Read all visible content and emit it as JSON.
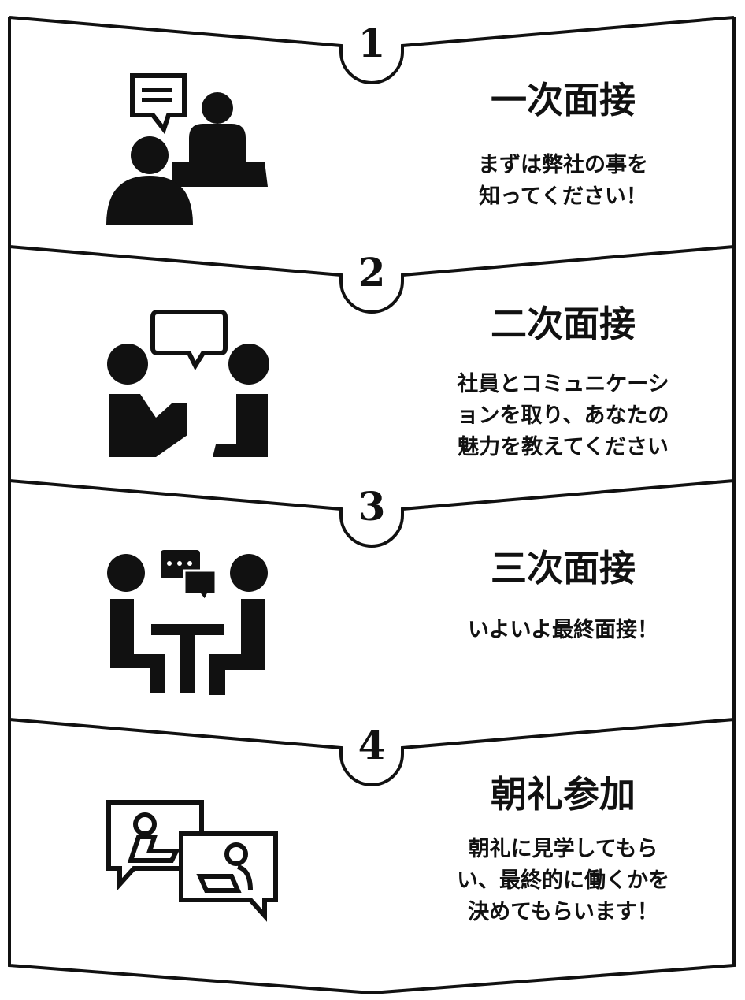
{
  "steps": [
    {
      "number": "1",
      "title": "一次面接",
      "lines": [
        "まずは弊社の事を",
        "知ってください！"
      ],
      "icon": "interview-desk-icon"
    },
    {
      "number": "2",
      "title": "二次面接",
      "lines": [
        "社員とコミュニケーシ",
        "ョンを取り、あなたの",
        "魅力を教えてください"
      ],
      "icon": "conversation-icon"
    },
    {
      "number": "3",
      "title": "三次面接",
      "lines": [
        "いよいよ最終面接！"
      ],
      "icon": "meeting-table-icon"
    },
    {
      "number": "4",
      "title": "朝礼参加",
      "lines": [
        "朝礼に見学してもら",
        "い、最終的に働くかを",
        "決めてもらいます！"
      ],
      "icon": "online-meeting-icon"
    }
  ],
  "colors": {
    "ink": "#111111",
    "background": "#ffffff"
  }
}
